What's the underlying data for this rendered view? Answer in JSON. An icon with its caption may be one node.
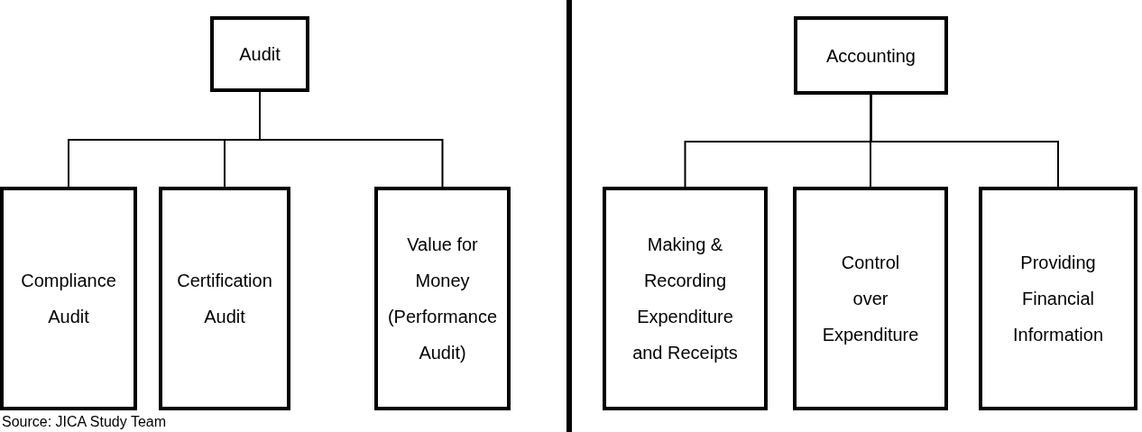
{
  "diagram": {
    "nodes": [
      {
        "text": [
          "Audit"
        ]
      },
      {
        "text": [
          "Compliance Audit"
        ]
      },
      {
        "text": [
          "Certification Audit"
        ]
      },
      {
        "text": [
          "Value for Money (Performance Audit)"
        ]
      },
      {
        "text": [
          "Accounting"
        ]
      },
      {
        "text": [
          "Making & Recording Expenditure and Receipts"
        ]
      },
      {
        "text": [
          "Control over Expenditure"
        ]
      },
      {
        "text": [
          "Providing Financial Information"
        ]
      }
    ],
    "edges": [
      {
        "from": 0,
        "to": 1,
        "arrow": "none"
      },
      {
        "from": 0,
        "to": 2,
        "arrow": "none"
      },
      {
        "from": 0,
        "to": 3,
        "arrow": "none"
      },
      {
        "from": 4,
        "to": 5,
        "arrow": "none"
      },
      {
        "from": 4,
        "to": 6,
        "arrow": "none"
      },
      {
        "from": 4,
        "to": 7,
        "arrow": "none"
      }
    ],
    "labels": [
      "Source: JICA Study Team"
    ]
  }
}
